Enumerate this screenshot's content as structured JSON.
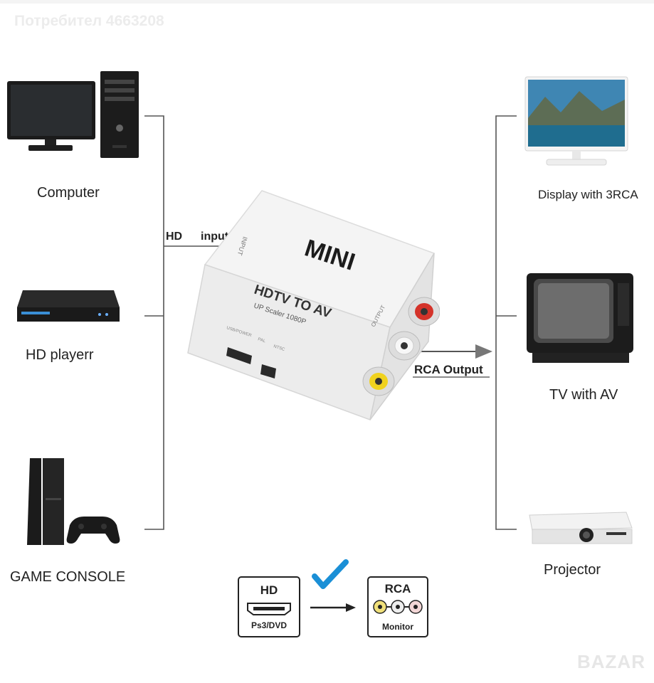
{
  "watermark": {
    "top": "Потребител 4663208",
    "bottom": "BAZAR"
  },
  "sources": {
    "computer": "Computer",
    "hd_player": "HD playerr",
    "game_console": "GAME CONSOLE"
  },
  "outputs": {
    "display": "Display with 3RCA",
    "tv": "TV with AV",
    "projector": "Projector"
  },
  "connection": {
    "hd": "HD",
    "input": "input",
    "rca_output": "RCA Output"
  },
  "device": {
    "brand": "MINI",
    "model": "HDTV TO AV",
    "subtitle": "UP Scaler 1080P",
    "input_port": "INPUT",
    "output_port": "OUTPUT",
    "power_port": "USB/POWER",
    "pal": "PAL",
    "ntsc": "NTSC"
  },
  "legend": {
    "hd_title": "HD",
    "hd_sub": "Ps3/DVD",
    "rca_title": "RCA",
    "rca_sub": "Monitor"
  },
  "colors": {
    "line": "#555555",
    "check": "#1a8fd6",
    "rca_red": "#d4332a",
    "rca_white": "#f2f2f2",
    "rca_yellow": "#f0d21e"
  }
}
